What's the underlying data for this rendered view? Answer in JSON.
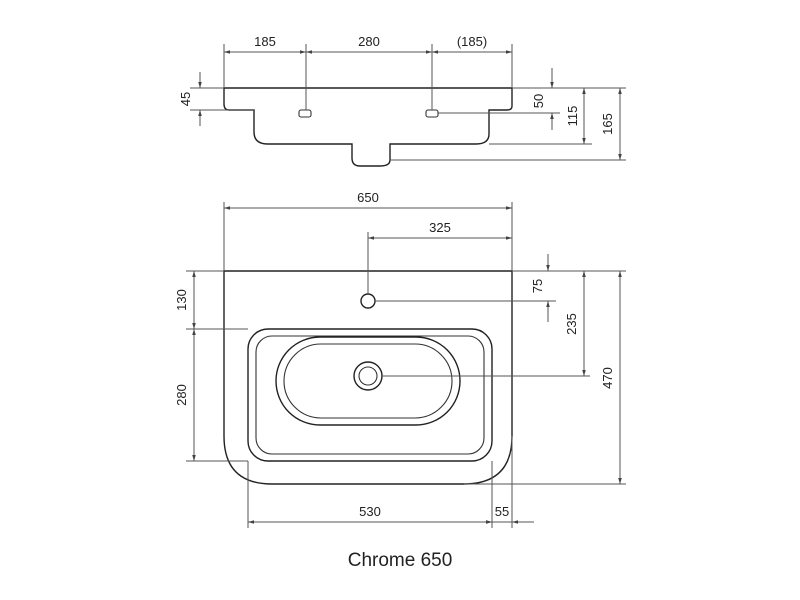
{
  "caption": "Chrome 650",
  "side_view": {
    "top_widths": [
      "185",
      "280",
      "(185)"
    ],
    "left_height": "45",
    "right_heights": [
      "50",
      "115",
      "165"
    ]
  },
  "top_view": {
    "overall_width": "650",
    "half_width": "325",
    "left_heights": [
      "130",
      "280"
    ],
    "right_heights": [
      "75",
      "235",
      "470"
    ],
    "bottom_widths": [
      "530",
      "55"
    ]
  }
}
